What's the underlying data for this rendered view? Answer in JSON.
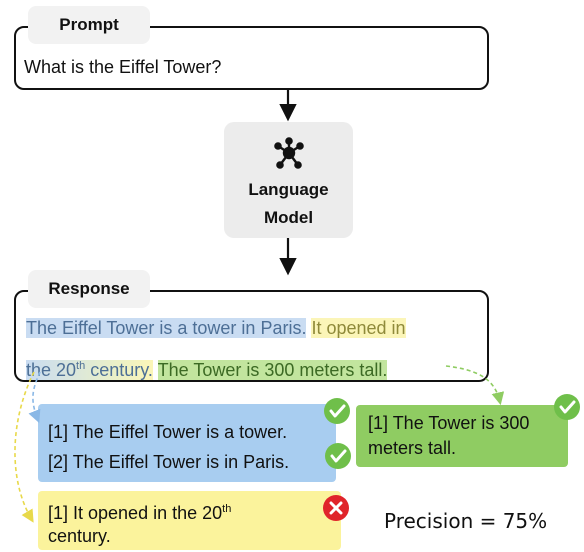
{
  "prompt": {
    "tag": "Prompt",
    "text": "What is the Eiffel Tower?"
  },
  "model": {
    "label_line1": "Language",
    "label_line2": "Model",
    "icon": "network-hub-icon"
  },
  "response": {
    "tag": "Response",
    "line1_blue": "The Eiffel Tower is a tower in Paris.",
    "line1_yellow": "It opened in",
    "line2_yellow_prefix": "the 20",
    "line2_yellow_sup": "th",
    "line2_yellow_suffix": " century.",
    "line2_green": "The Tower is 300 meters tall."
  },
  "claims": {
    "blue": [
      "[1] The Eiffel Tower is a tower.",
      "[2] The Eiffel Tower is in Paris."
    ],
    "green": [
      "[1] The Tower is 300",
      "meters tall."
    ],
    "yellow_prefix": "[1] It opened in the 20",
    "yellow_sup": "th",
    "yellow_line2": "century."
  },
  "precision": "Precision = 75%",
  "colors": {
    "check": "#6fbf4a",
    "cross": "#e0242a",
    "arrow_blue": "#8ab8e6",
    "arrow_yellow": "#e8d94a",
    "arrow_green": "#8fcc62"
  }
}
